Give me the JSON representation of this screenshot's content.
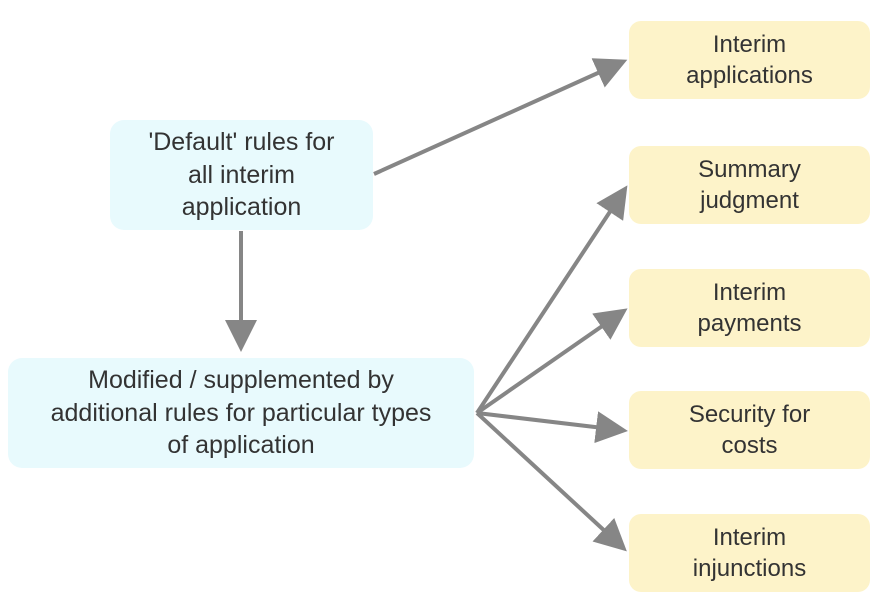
{
  "colors": {
    "source_box": "#e8fafd",
    "target_box": "#fdf3c9",
    "arrow": "#868686",
    "text": "#333333"
  },
  "nodes": {
    "default_rules": {
      "lines": [
        "'Default' rules for",
        "all interim",
        "application"
      ]
    },
    "modified_rules": {
      "lines": [
        "Modified / supplemented by",
        "additional rules for particular types",
        "of application"
      ]
    },
    "interim_applications": {
      "lines": [
        "Interim",
        "applications"
      ]
    },
    "summary_judgment": {
      "lines": [
        "Summary",
        "judgment"
      ]
    },
    "interim_payments": {
      "lines": [
        "Interim",
        "payments"
      ]
    },
    "security_for_costs": {
      "lines": [
        "Security for",
        "costs"
      ]
    },
    "interim_injunctions": {
      "lines": [
        "Interim",
        "injunctions"
      ]
    }
  },
  "edges": [
    {
      "from": "default_rules",
      "to": "interim_applications"
    },
    {
      "from": "default_rules",
      "to": "modified_rules"
    },
    {
      "from": "modified_rules",
      "to": "summary_judgment"
    },
    {
      "from": "modified_rules",
      "to": "interim_payments"
    },
    {
      "from": "modified_rules",
      "to": "security_for_costs"
    },
    {
      "from": "modified_rules",
      "to": "interim_injunctions"
    }
  ]
}
